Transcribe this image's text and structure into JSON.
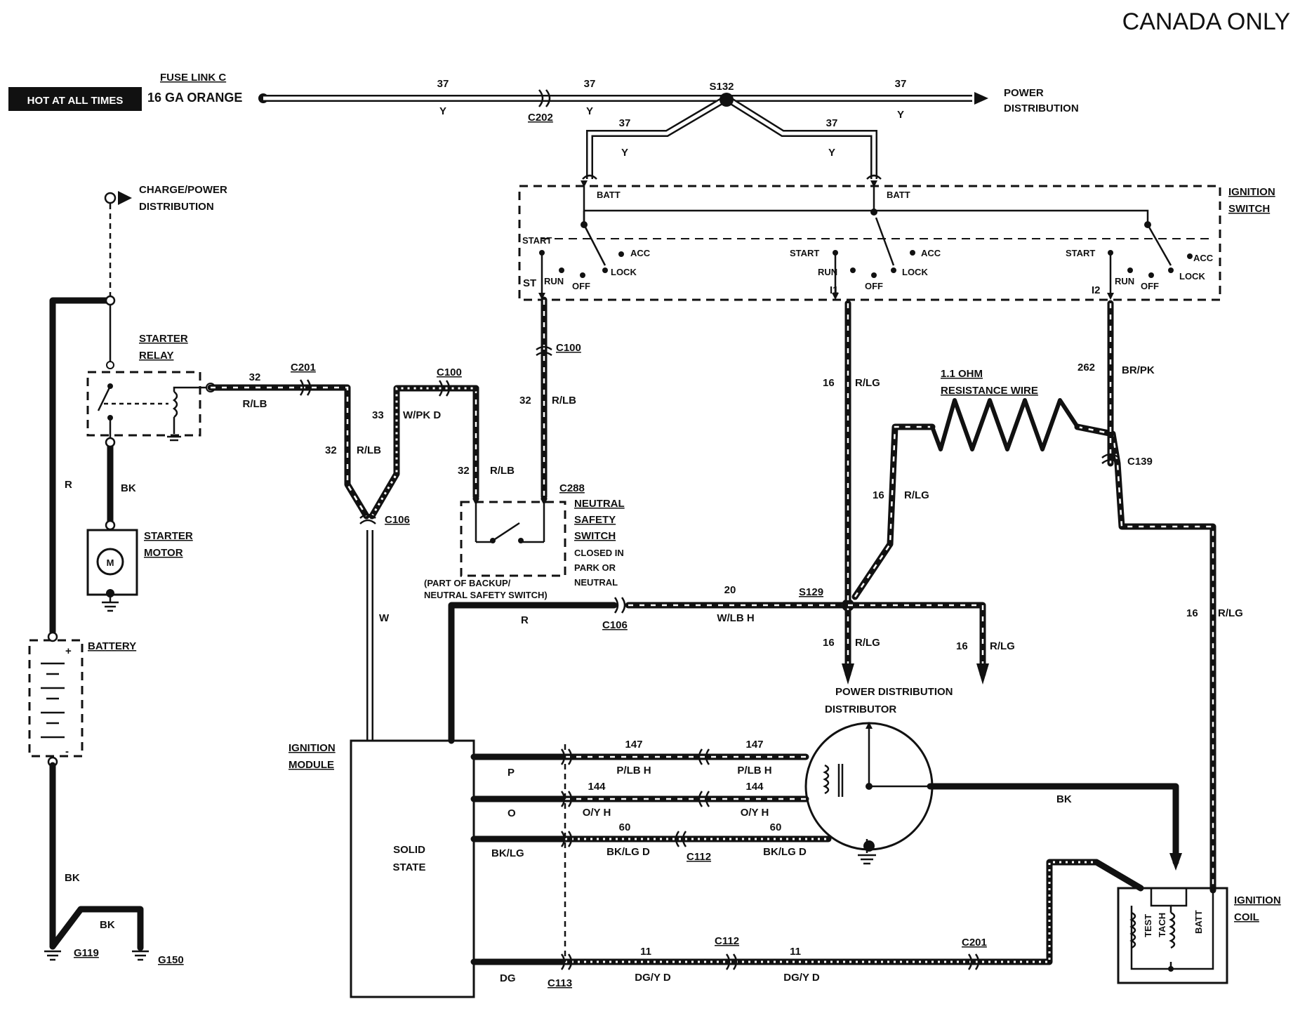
{
  "header": {
    "title": "CANADA ONLY"
  },
  "power_feed": {
    "hot_label": "HOT AT ALL TIMES",
    "fuse_link": "FUSE LINK C",
    "fuse_gauge": "16 GA ORANGE",
    "splice": "S132",
    "connector": "C202",
    "circuit": "37",
    "color": "Y",
    "power_distribution": [
      "POWER",
      "DISTRIBUTION"
    ]
  },
  "left": {
    "charge_label": [
      "CHARGE/POWER",
      "DISTRIBUTION"
    ],
    "starter_relay": [
      "STARTER",
      "RELAY"
    ],
    "starter_motor": [
      "STARTER",
      "MOTOR"
    ],
    "motor_symbol": "M",
    "battery": "BATTERY",
    "plus": "+",
    "minus": "-",
    "wire_r": "R",
    "wire_bk": "BK",
    "grounds": [
      "G119",
      "G150"
    ]
  },
  "ignition_switch": {
    "label": [
      "IGNITION",
      "SWITCH"
    ],
    "batt": "BATT",
    "start": "START",
    "acc": "ACC",
    "lock": "LOCK",
    "run": "RUN",
    "off": "OFF",
    "st": "ST",
    "i1": "I1",
    "i2": "I2",
    "output": "262",
    "output_color": "BR/PK"
  },
  "circuits": {
    "c32": "32",
    "rlb": "R/LB",
    "c33": "33",
    "wpkd": "W/PK D",
    "c16": "16",
    "rlg": "R/LG",
    "c20": "20",
    "wlbh": "W/LB H",
    "w": "W",
    "r": "R"
  },
  "connectors": {
    "c201": "C201",
    "c100": "C100",
    "c106": "C106",
    "c288": "C288",
    "c139": "C139",
    "s129": "S129",
    "c112": "C112",
    "c113": "C113"
  },
  "resistance_wire": [
    "1.1 OHM",
    "RESISTANCE WIRE"
  ],
  "neutral_switch": {
    "label": [
      "NEUTRAL",
      "SAFETY",
      "SWITCH"
    ],
    "note": [
      "CLOSED IN",
      "PARK OR",
      "NEUTRAL"
    ],
    "part_of": [
      "(PART OF BACKUP/",
      "NEUTRAL SAFETY SWITCH)"
    ]
  },
  "distributor": {
    "power_distribution": "POWER  DISTRIBUTION",
    "label": "DISTRIBUTOR",
    "bk": "BK"
  },
  "module": {
    "label": [
      "IGNITION",
      "MODULE"
    ],
    "inner": [
      "SOLID",
      "STATE"
    ],
    "p": "P",
    "o": "O",
    "bklg": "BK/LG",
    "dg": "DG"
  },
  "module_wires": {
    "c147": "147",
    "plbh": "P/LB H",
    "c144": "144",
    "oyh": "O/Y H",
    "c60": "60",
    "bklgd": "BK/LG D",
    "c11": "11",
    "dgyd": "DG/Y D"
  },
  "coil": {
    "label": [
      "IGNITION",
      "COIL"
    ],
    "test": "TEST",
    "tach": "TACH",
    "batt": "BATT"
  }
}
